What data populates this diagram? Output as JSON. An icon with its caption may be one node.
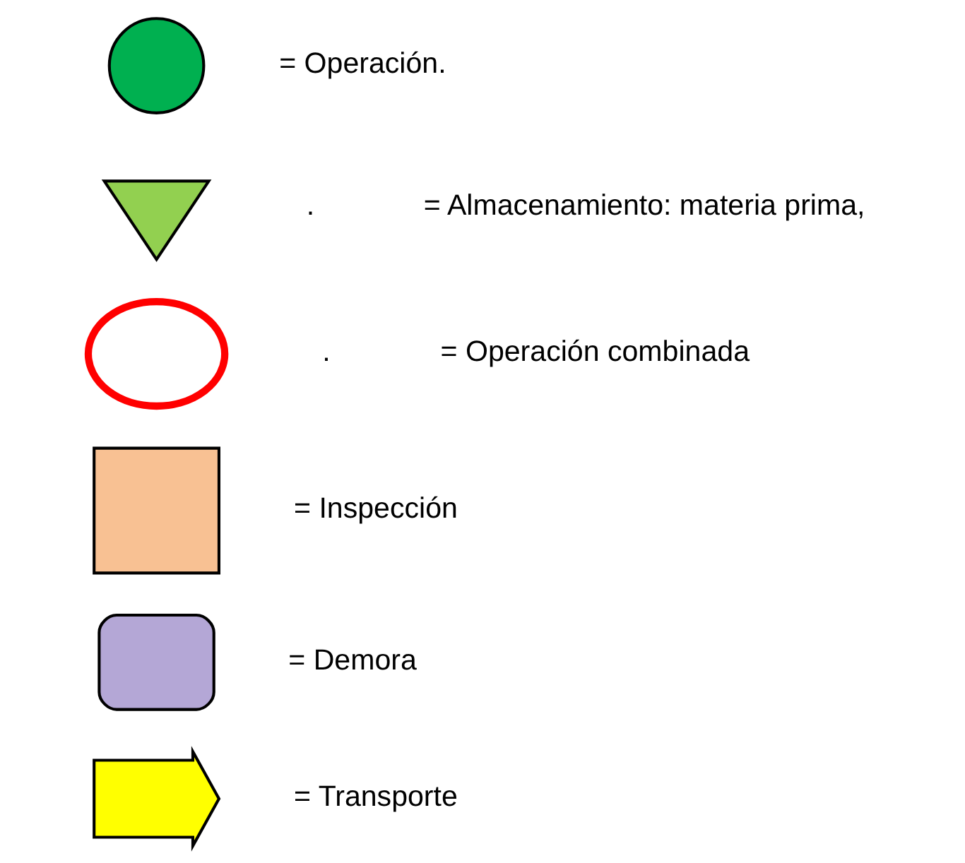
{
  "diagram": {
    "nodes": [
      {
        "text": [],
        "shape": "circle"
      },
      {
        "text": [],
        "shape": "triangle"
      },
      {
        "text": [],
        "shape": "ellipse"
      },
      {
        "text": [],
        "shape": "box"
      },
      {
        "text": [],
        "shape": "delay"
      },
      {
        "text": [],
        "shape": "arrow"
      }
    ],
    "labels": [
      ".",
      "."
    ],
    "legend": [
      {
        "text": "= Operación."
      },
      {
        "text": "= Almacenamiento: materia prima,"
      },
      {
        "text": "= Operación combinada"
      },
      {
        "text": "= Inspección"
      },
      {
        "text": "= Demora"
      },
      {
        "text": "= Transporte"
      }
    ]
  }
}
